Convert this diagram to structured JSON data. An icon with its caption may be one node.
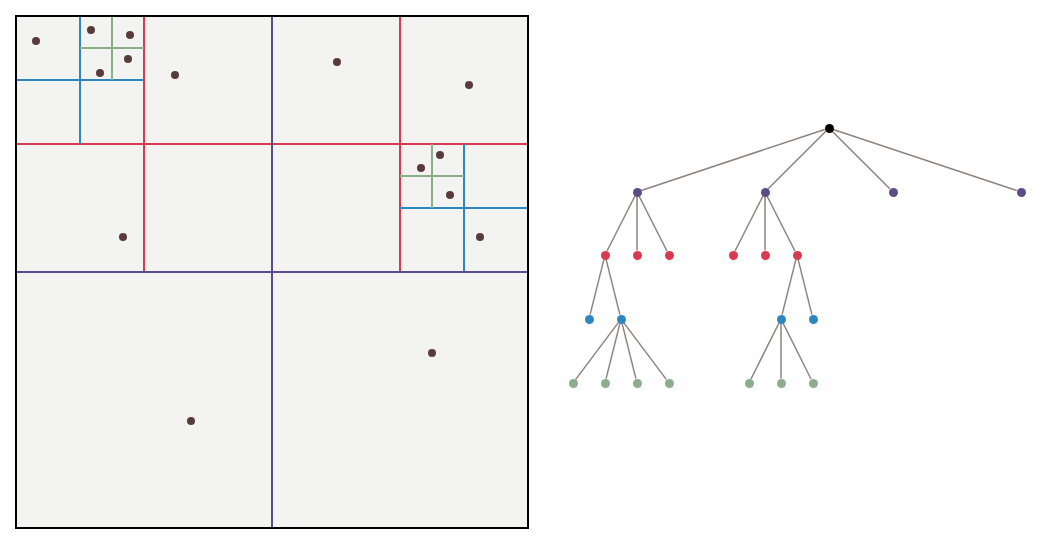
{
  "diagram": {
    "nodes": [
      {
        "text": [],
        "shape": "circle"
      },
      {
        "text": [],
        "shape": "circle"
      },
      {
        "text": [],
        "shape": "circle"
      },
      {
        "text": [],
        "shape": "circle"
      },
      {
        "text": [],
        "shape": "circle"
      },
      {
        "text": [],
        "shape": "circle"
      },
      {
        "text": [],
        "shape": "circle"
      },
      {
        "text": [],
        "shape": "circle"
      },
      {
        "text": [],
        "shape": "circle"
      },
      {
        "text": [],
        "shape": "circle"
      },
      {
        "text": [],
        "shape": "circle"
      },
      {
        "text": [],
        "shape": "circle"
      },
      {
        "text": [],
        "shape": "circle"
      },
      {
        "text": [],
        "shape": "circle"
      },
      {
        "text": [],
        "shape": "circle"
      },
      {
        "text": [],
        "shape": "circle"
      },
      {
        "text": [],
        "shape": "circle"
      },
      {
        "text": [],
        "shape": "circle"
      },
      {
        "text": [],
        "shape": "circle"
      },
      {
        "text": [],
        "shape": "circle"
      },
      {
        "text": [],
        "shape": "circle"
      },
      {
        "text": [],
        "shape": "circle"
      }
    ],
    "edges": [
      {
        "from": 0,
        "to": 1,
        "arrow": "none"
      },
      {
        "from": 0,
        "to": 2,
        "arrow": "none"
      },
      {
        "from": 0,
        "to": 3,
        "arrow": "none"
      },
      {
        "from": 0,
        "to": 4,
        "arrow": "none"
      },
      {
        "from": 1,
        "to": 5,
        "arrow": "none"
      },
      {
        "from": 1,
        "to": 6,
        "arrow": "none"
      },
      {
        "from": 1,
        "to": 7,
        "arrow": "none"
      },
      {
        "from": 2,
        "to": 8,
        "arrow": "none"
      },
      {
        "from": 2,
        "to": 9,
        "arrow": "none"
      },
      {
        "from": 2,
        "to": 10,
        "arrow": "none"
      },
      {
        "from": 5,
        "to": 11,
        "arrow": "none"
      },
      {
        "from": 5,
        "to": 12,
        "arrow": "none"
      },
      {
        "from": 10,
        "to": 13,
        "arrow": "none"
      },
      {
        "from": 10,
        "to": 14,
        "arrow": "none"
      },
      {
        "from": 12,
        "to": 15,
        "arrow": "none"
      },
      {
        "from": 12,
        "to": 16,
        "arrow": "none"
      },
      {
        "from": 12,
        "to": 17,
        "arrow": "none"
      },
      {
        "from": 12,
        "to": 18,
        "arrow": "none"
      },
      {
        "from": 13,
        "to": 19,
        "arrow": "none"
      },
      {
        "from": 13,
        "to": 20,
        "arrow": "none"
      },
      {
        "from": 13,
        "to": 21,
        "arrow": "none"
      }
    ]
  }
}
